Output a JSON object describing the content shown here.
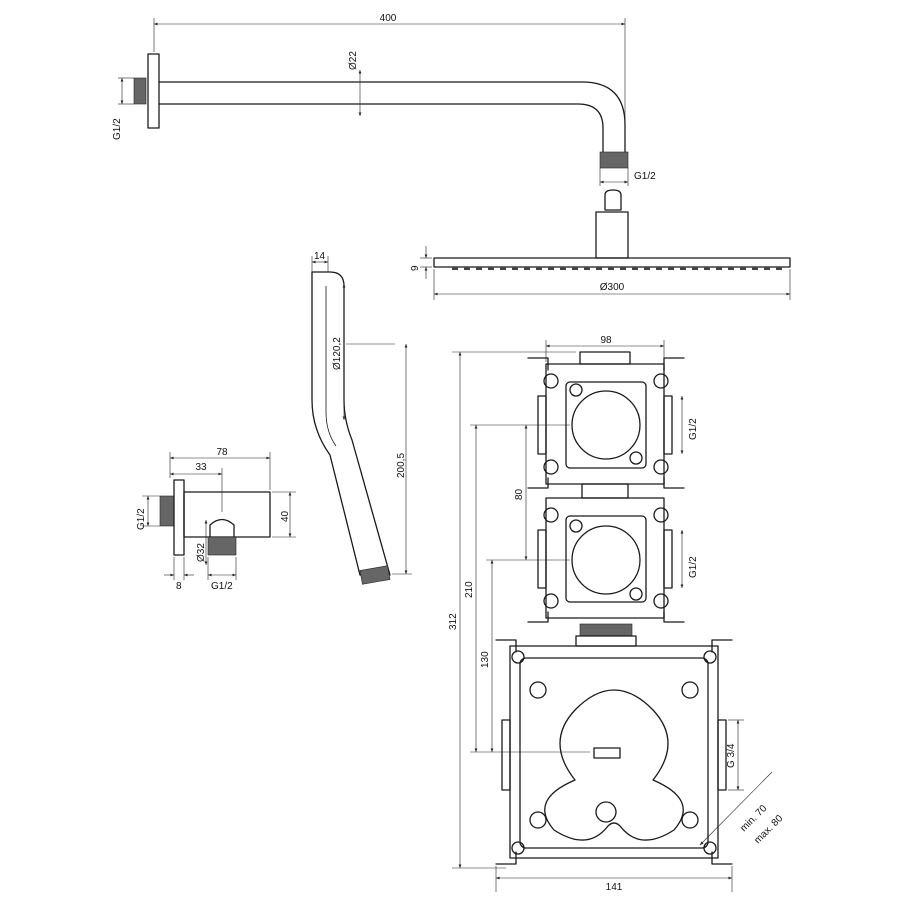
{
  "shower_arm": {
    "length": "400",
    "diameter": "Ø22",
    "inlet_thread": "G1/2",
    "outlet_thread": "G1/2"
  },
  "head_shower": {
    "thickness": "9",
    "diameter": "Ø300"
  },
  "hand_shower": {
    "depth": "14",
    "head_diameter": "Ø120,2",
    "length": "200,5"
  },
  "wall_outlet": {
    "total": "78",
    "offset": "33",
    "thread_left": "G1/2",
    "height": "40",
    "diameter": "Ø32",
    "flange": "8",
    "thread_bottom": "G1/2"
  },
  "mixer_box": {
    "module_width": "98",
    "module_thread_top": "G1/2",
    "module_thread_bottom": "G1/2",
    "module_spacing": "80",
    "total_height": "312",
    "height_210": "210",
    "height_130": "130",
    "main_thread": "G 3/4",
    "depth_min": "min. 70",
    "depth_max": "max. 80",
    "box_width": "141"
  }
}
